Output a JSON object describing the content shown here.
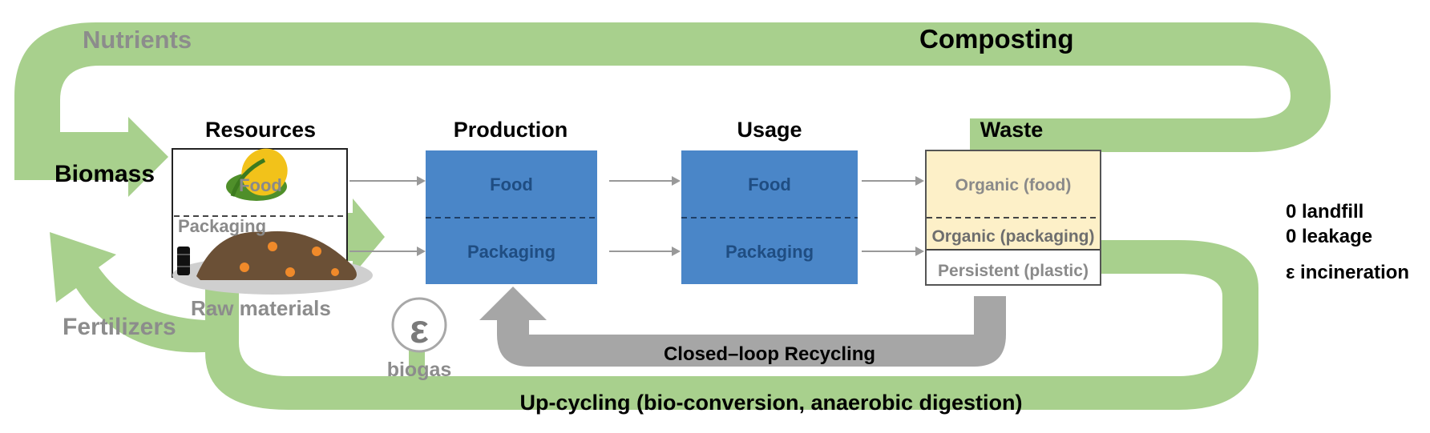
{
  "outer_loop": {
    "nutrients": "Nutrients",
    "composting": "Composting",
    "biomass": "Biomass",
    "fertilizers": "Fertilizers",
    "upcycling": "Up-cycling (bio-conversion, anaerobic digestion)"
  },
  "stages": {
    "resources": {
      "title": "Resources",
      "food": "Food",
      "packaging": "Packaging",
      "raw_materials": "Raw materials"
    },
    "production": {
      "title": "Production",
      "food": "Food",
      "packaging": "Packaging"
    },
    "usage": {
      "title": "Usage",
      "food": "Food",
      "packaging": "Packaging"
    },
    "waste": {
      "title": "Waste",
      "organic_food": "Organic (food)",
      "organic_packaging": "Organic (packaging)",
      "persistent_plastic": "Persistent (plastic)"
    }
  },
  "targets": {
    "landfill": "0 landfill",
    "leakage": "0 leakage",
    "incineration": "ε incineration"
  },
  "biogas": {
    "symbol": "ε",
    "label": "biogas"
  },
  "closed_loop": "Closed–loop Recycling",
  "colors": {
    "green_loop": "#a8d08d",
    "blue_box": "#4a86c8",
    "waste_food_fill": "#fdf0c8",
    "grey_arrow": "#a6a6a6"
  }
}
